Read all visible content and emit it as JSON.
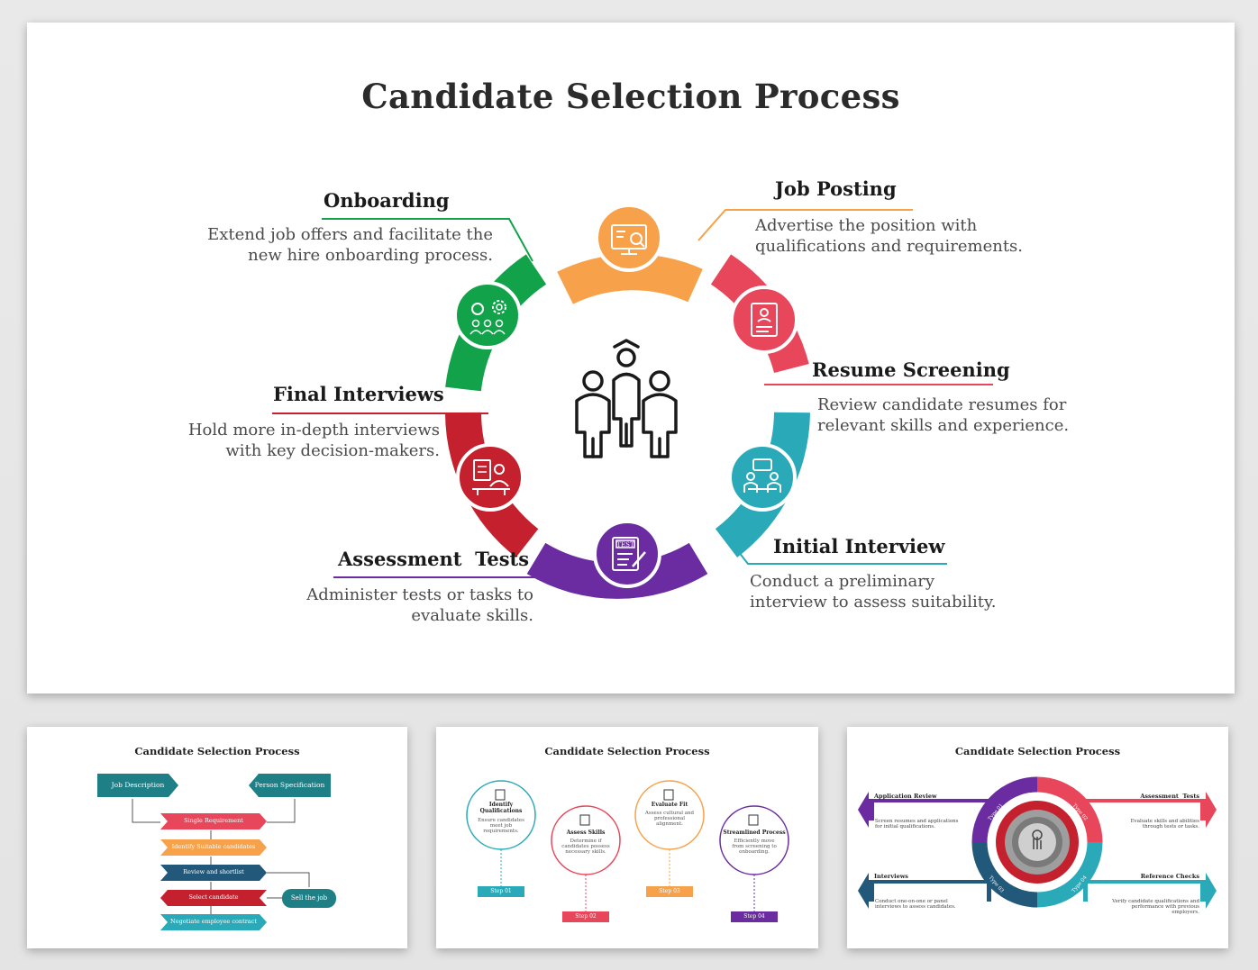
{
  "main": {
    "title": "Candidate Selection Process",
    "center_icon": "people-group-icon",
    "steps": [
      {
        "title": "Job Posting",
        "desc": [
          "Advertise the position with",
          "qualifications and requirements."
        ],
        "color": "#f7a14a",
        "icon": "monitor-search-icon"
      },
      {
        "title": "Resume Screening",
        "desc": [
          "Review candidate resumes for",
          "relevant skills and experience."
        ],
        "color": "#e8465a",
        "icon": "resume-document-icon"
      },
      {
        "title": "Initial Interview",
        "desc": [
          "Conduct a preliminary",
          "interview to assess suitability."
        ],
        "color": "#2aa9b8",
        "icon": "interview-meeting-icon"
      },
      {
        "title": "Assessment  Tests",
        "desc": [
          "Administer tests or tasks to",
          "evaluate skills."
        ],
        "color": "#6a2ca0",
        "icon": "test-clipboard-icon"
      },
      {
        "title": "Final Interviews",
        "desc": [
          "Hold more in-depth interviews",
          "with key decision-makers."
        ],
        "color": "#c4202d",
        "icon": "interviewer-desk-icon"
      },
      {
        "title": "Onboarding",
        "desc": [
          "Extend job offers and facilitate the",
          "new hire onboarding process."
        ],
        "color": "#12a34a",
        "icon": "team-gear-icon"
      }
    ]
  },
  "thumb1": {
    "title": "Candidate Selection Process",
    "job_description": "Job Description",
    "person_specification": "Person Specification",
    "steps": [
      "Single Requirement",
      "Identify Suitable candidates",
      "Review and shortlist",
      "Select candidate",
      "Negotiate employee contract"
    ],
    "sell_job": "Sell the job"
  },
  "thumb2": {
    "title": "Candidate Selection Process",
    "items": [
      {
        "title": "Identify Qualifications",
        "desc": "Ensure candidates meet job requirements.",
        "step": "Step 01",
        "color": "#2aa9b8"
      },
      {
        "title": "Assess Skills",
        "desc": "Determine if candidates possess necessary skills.",
        "step": "Step 02",
        "color": "#e8465a"
      },
      {
        "title": "Evaluate Fit",
        "desc": "Assess cultural and professional alignment.",
        "step": "Step 03",
        "color": "#f7a14a"
      },
      {
        "title": "Streamlined Process",
        "desc": "Efficiently move from screening to onboarding.",
        "step": "Step 04",
        "color": "#6a2ca0"
      }
    ]
  },
  "thumb3": {
    "title": "Candidate Selection Process",
    "left_top": {
      "title": "Application Review",
      "desc": "Screen resumes and applications for initial qualifications."
    },
    "left_bottom": {
      "title": "Interviews",
      "desc": "Conduct one-on-one or panel interviews to assess candidates."
    },
    "right_top": {
      "title": "Assessment  Tests",
      "desc": "Evaluate skills and abilities through tests or tasks."
    },
    "right_bottom": {
      "title": "Reference Checks",
      "desc": "Verify candidate qualifications and performance with previous employers."
    },
    "types": [
      "Type 01",
      "Type 02",
      "Type 03",
      "Type 04"
    ]
  }
}
